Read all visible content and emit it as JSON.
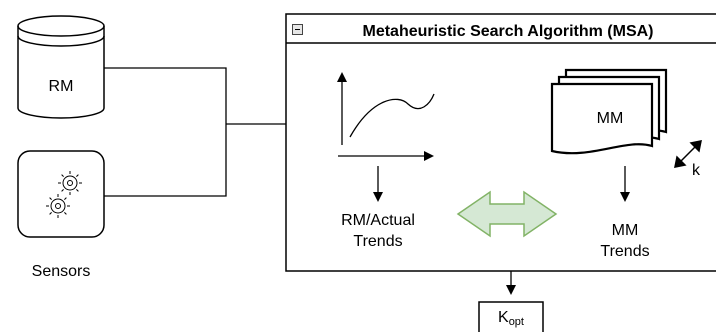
{
  "rm_db": {
    "label": "RM"
  },
  "sensors": {
    "label": "Sensors"
  },
  "msa": {
    "title": "Metaheuristic Search Algorithm (MSA)"
  },
  "rm_trends": {
    "line1": "RM/Actual",
    "line2": "Trends"
  },
  "mm": {
    "label": "MM",
    "stack_label": "k"
  },
  "mm_trends": {
    "line1": "MM",
    "line2": "Trends"
  },
  "output": {
    "main": "K",
    "sub": "opt"
  },
  "colors": {
    "exchange_arrow_fill": "#d5e8d4",
    "exchange_arrow_stroke": "#82b366",
    "button_fill": "#e6e6e6"
  }
}
